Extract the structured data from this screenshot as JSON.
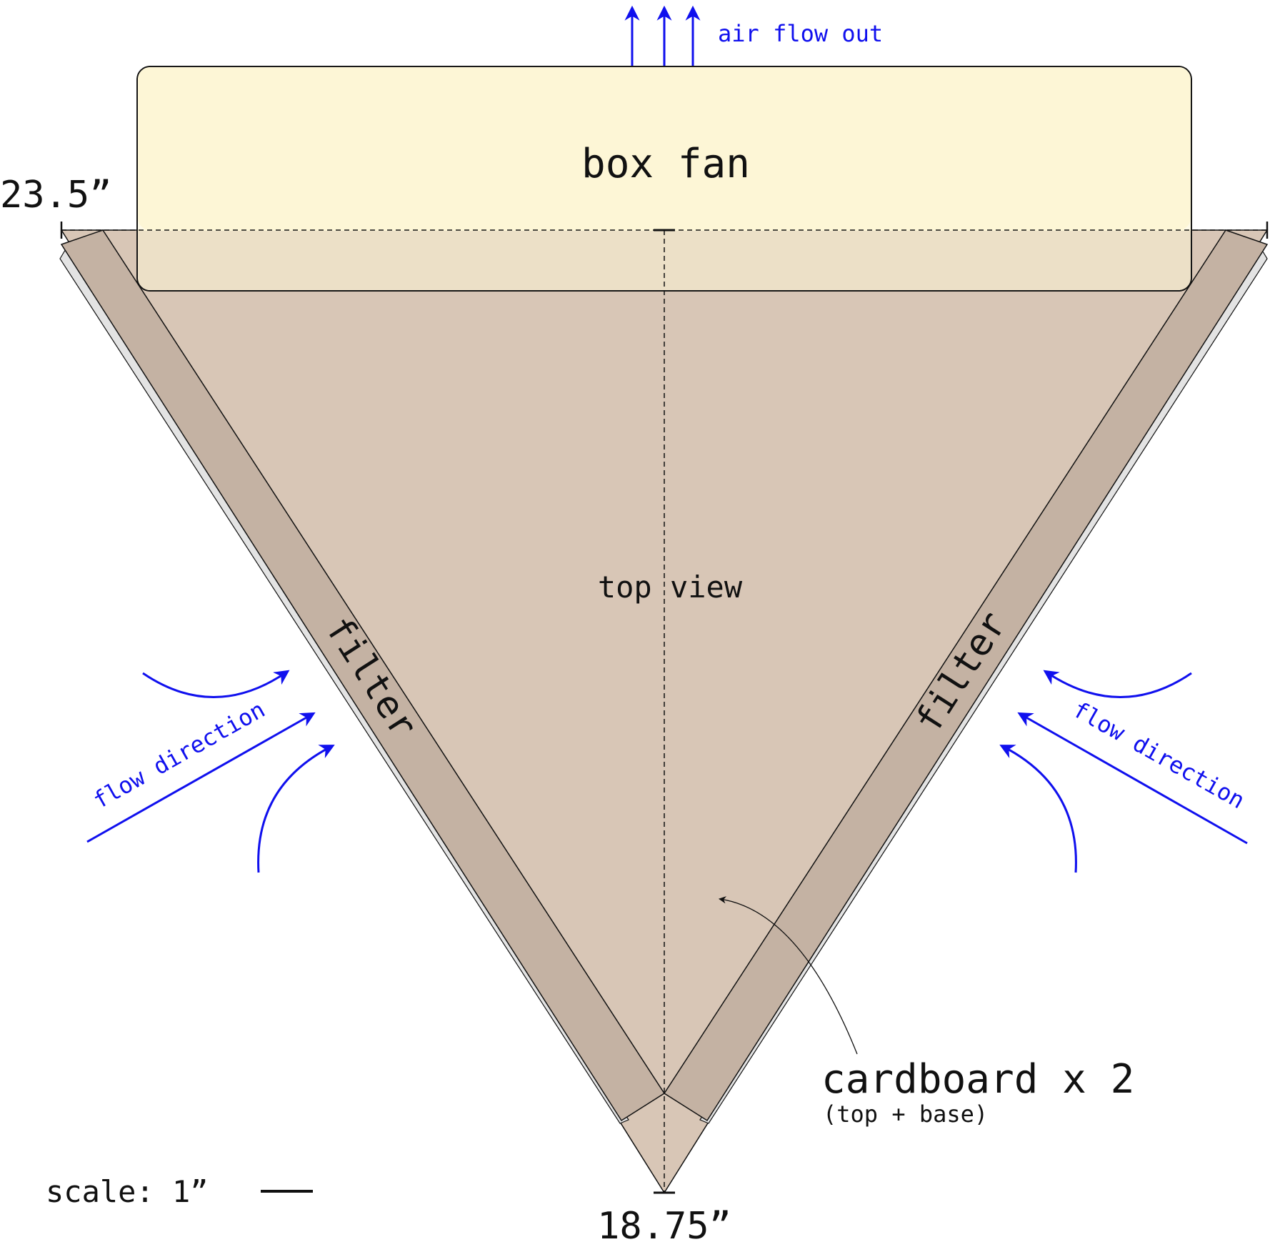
{
  "labels": {
    "box_fan": "box fan",
    "top_view": "top view",
    "air_flow_out": "air flow out",
    "filter_left": "filter",
    "filter_right": "filter",
    "flow_direction_left": "flow direction",
    "flow_direction_right": "flow direction",
    "width_dimension": "23.5”",
    "depth_dimension": "18.75”",
    "cardboard": "cardboard x 2",
    "cardboard_note": "(top + base)",
    "scale": "scale: 1”"
  },
  "colors": {
    "fan_fill": "#fdf6d6",
    "cardboard_fill": "#d8c6b6",
    "filter_fill": "#c4b2a3",
    "filter_edge_fill": "#e3e3e3",
    "flow_arrow": "#1010ee",
    "line": "#111111"
  },
  "icons": {
    "flow_arrows": "curved-arrow-icon",
    "air_out": "up-arrow-icon",
    "pointer": "leader-arrow-icon"
  }
}
